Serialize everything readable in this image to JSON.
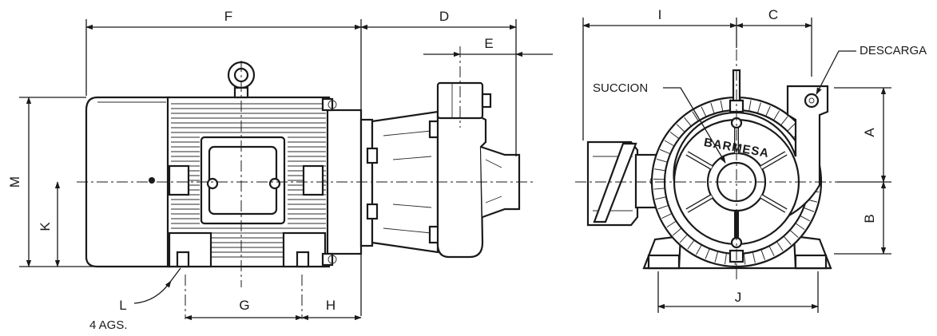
{
  "dimension_labels": {
    "F": "F",
    "D": "D",
    "E": "E",
    "I": "I",
    "C": "C",
    "M": "M",
    "K": "K",
    "A": "A",
    "B": "B",
    "G": "G",
    "H": "H",
    "J": "J",
    "L": "L"
  },
  "notes": {
    "anchor_holes": "4 AGS.",
    "suction": "SUCCION",
    "discharge": "DESCARGA",
    "brand": "BARMESA"
  },
  "colors": {
    "line": "#1a1a1a",
    "background": "#ffffff"
  }
}
